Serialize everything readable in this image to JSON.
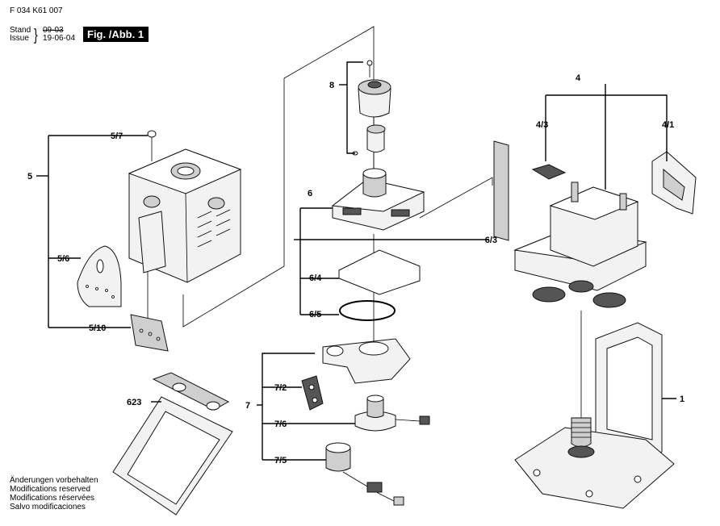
{
  "header": {
    "doc_number": "F 034 K61 007",
    "stand_label": "Stand",
    "issue_label": "Issue",
    "stand_value": "09-03",
    "issue_value": "19-06-04",
    "figure_badge": "Fig. /Abb. 1"
  },
  "notes": [
    "Änderungen vorbehalten",
    "Modifications reserved",
    "Modifications réservées",
    "Salvo modificaciones"
  ],
  "part_labels": {
    "p5": "5",
    "p5_7": "5/7",
    "p5_6": "5/6",
    "p5_10": "5/10",
    "p623": "623",
    "p8": "8",
    "p6": "6",
    "p6_4": "6/4",
    "p6_5": "6/5",
    "p6_3": "6/3",
    "p7": "7",
    "p7_2": "7/2",
    "p7_6": "7/6",
    "p7_5": "7/5",
    "p4": "4",
    "p4_3": "4/3",
    "p4_1": "4/1",
    "p1": "1"
  }
}
